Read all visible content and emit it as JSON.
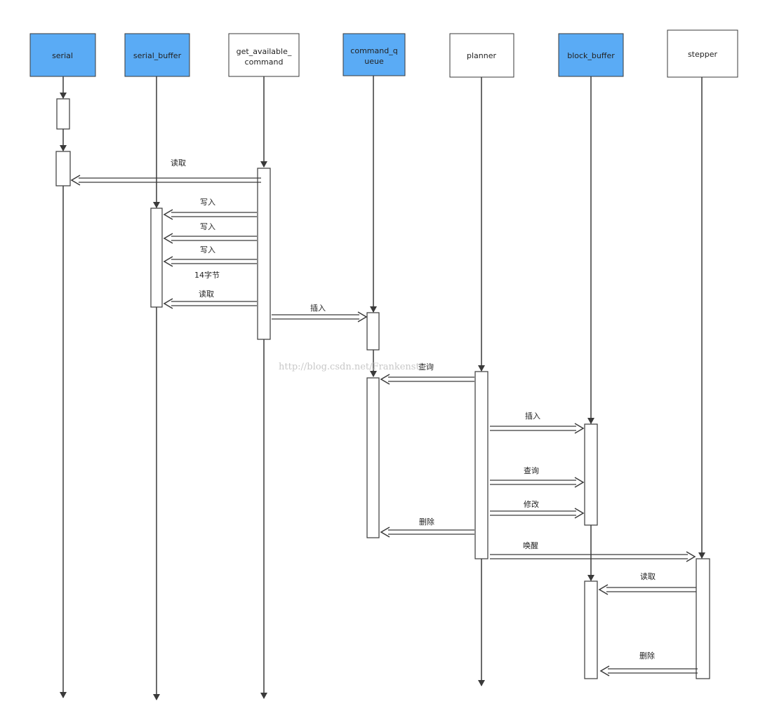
{
  "colors": {
    "highlight_fill": "#5aabf5",
    "plain_fill": "#ffffff",
    "line": "#3a3a3a",
    "watermark": "#c8c8c8"
  },
  "participants": [
    {
      "id": "serial",
      "lines": [
        "serial"
      ],
      "highlight": true
    },
    {
      "id": "serial_buffer",
      "lines": [
        "serial_buffer"
      ],
      "highlight": true
    },
    {
      "id": "get_available_command",
      "lines": [
        "get_available_",
        "command"
      ],
      "highlight": false
    },
    {
      "id": "command_queue",
      "lines": [
        "command_q",
        "ueue"
      ],
      "highlight": true
    },
    {
      "id": "planner",
      "lines": [
        "planner"
      ],
      "highlight": false
    },
    {
      "id": "block_buffer",
      "lines": [
        "block_buffer"
      ],
      "highlight": true
    },
    {
      "id": "stepper",
      "lines": [
        "stepper"
      ],
      "highlight": false
    }
  ],
  "messages": [
    {
      "id": "m1",
      "from": "get_available_command",
      "to": "serial",
      "label": "读取"
    },
    {
      "id": "m2",
      "from": "get_available_command",
      "to": "serial_buffer",
      "label": "写入"
    },
    {
      "id": "m3",
      "from": "get_available_command",
      "to": "serial_buffer",
      "label": "写入"
    },
    {
      "id": "m4",
      "from": "get_available_command",
      "to": "serial_buffer",
      "label": "写入"
    },
    {
      "id": "m4b",
      "from": "get_available_command",
      "to": "serial_buffer",
      "label": "14字节"
    },
    {
      "id": "m5",
      "from": "get_available_command",
      "to": "serial_buffer",
      "label": "读取"
    },
    {
      "id": "m6",
      "from": "get_available_command",
      "to": "command_queue",
      "label": "插入"
    },
    {
      "id": "m7",
      "from": "planner",
      "to": "command_queue",
      "label": "查询"
    },
    {
      "id": "m8",
      "from": "planner",
      "to": "block_buffer",
      "label": "插入"
    },
    {
      "id": "m9",
      "from": "planner",
      "to": "block_buffer",
      "label": "查询"
    },
    {
      "id": "m10",
      "from": "planner",
      "to": "block_buffer",
      "label": "修改"
    },
    {
      "id": "m11",
      "from": "planner",
      "to": "command_queue",
      "label": "删除"
    },
    {
      "id": "m12",
      "from": "planner",
      "to": "stepper",
      "label": "唤醒"
    },
    {
      "id": "m13",
      "from": "stepper",
      "to": "block_buffer",
      "label": "读取"
    },
    {
      "id": "m14",
      "from": "stepper",
      "to": "block_buffer",
      "label": "删除"
    }
  ],
  "watermark": "http://blog.csdn.net/Frankenstien"
}
